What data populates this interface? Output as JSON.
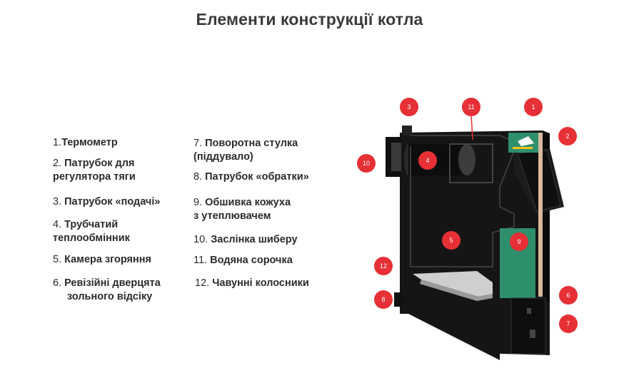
{
  "title": "Елементи конструкції котла",
  "legend": [
    {
      "num": "1.",
      "line1": "Термометр",
      "line2": ""
    },
    {
      "num": "2.",
      "line1": "Патрубок для",
      "line2": "регулятора тяги"
    },
    {
      "num": "3.",
      "line1": "Патрубок «подачі»",
      "line2": ""
    },
    {
      "num": "4.",
      "line1": "Трубчатий",
      "line2": "теплообмінник"
    },
    {
      "num": "5.",
      "line1": "Камера згоряння",
      "line2": ""
    },
    {
      "num": "6.",
      "line1": "Ревізійні дверцята",
      "line2": "зольного відсіку"
    },
    {
      "num": "7.",
      "line1": "Поворотна стулка",
      "line2": "(піддувало)"
    },
    {
      "num": "8.",
      "line1": "Патрубок «обратки»",
      "line2": ""
    },
    {
      "num": "9.",
      "line1": "Обшивка кожуха",
      "line2": "з утеплювачем"
    },
    {
      "num": "10.",
      "line1": "Заслінка шиберу",
      "line2": ""
    },
    {
      "num": "11.",
      "line1": "Водяна сорочка",
      "line2": ""
    },
    {
      "num": "12.",
      "line1": "Чавунні колосники",
      "line2": ""
    }
  ],
  "markers": [
    "1",
    "2",
    "3",
    "4",
    "5",
    "6",
    "7",
    "8",
    "9",
    "10",
    "11",
    "12"
  ],
  "colors": {
    "marker": "#e63035",
    "body": "#151515",
    "insulation": "#2e8f6b",
    "grate": "#cfcfcf"
  }
}
